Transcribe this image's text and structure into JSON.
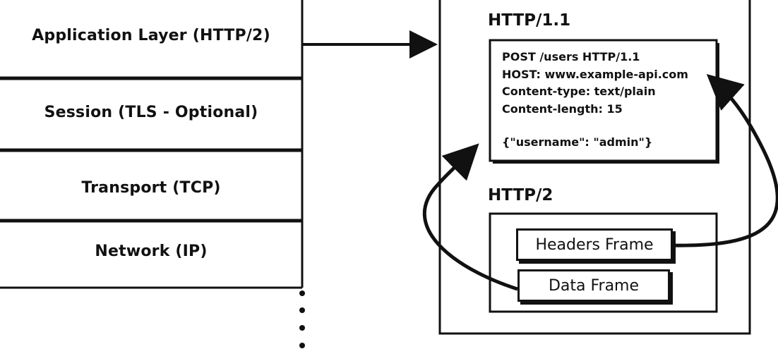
{
  "layers": {
    "application": "Application Layer (HTTP/2)",
    "session": "Session (TLS - Optional)",
    "transport": "Transport (TCP)",
    "network": "Network (IP)"
  },
  "http11": {
    "title": "HTTP/1.1",
    "lines": [
      "POST /users HTTP/1.1",
      "HOST: www.example-api.com",
      "Content-type: text/plain",
      "Content-length: 15",
      "{\"username\": \"admin\"}"
    ]
  },
  "http2": {
    "title": "HTTP/2",
    "headers_frame": "Headers Frame",
    "data_frame": "Data Frame"
  }
}
